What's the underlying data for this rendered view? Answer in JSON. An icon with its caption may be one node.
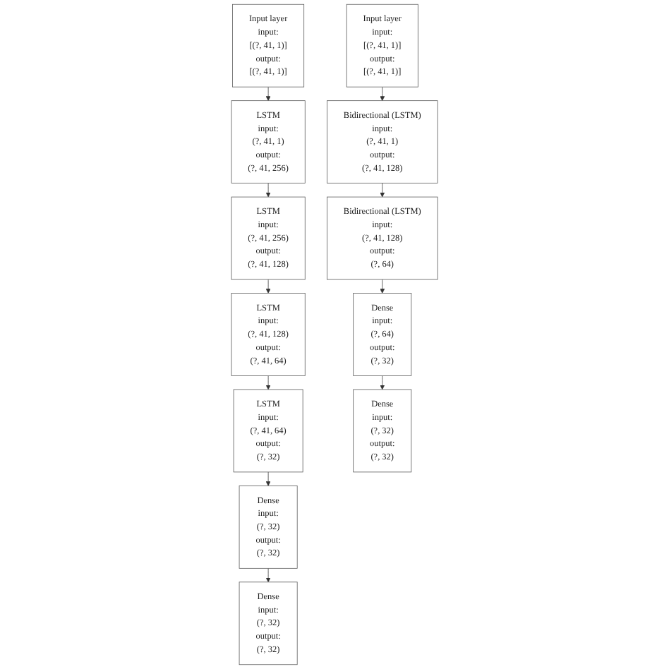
{
  "diagram": {
    "nodes": [
      {
        "text": [
          "Input layer",
          "input:",
          "[(?, 41, 1)]",
          "output:",
          "[(?, 41, 1)]"
        ]
      },
      {
        "text": [
          "LSTM",
          "input:",
          "(?, 41, 1)",
          "output:",
          "(?, 41, 256)"
        ]
      },
      {
        "text": [
          "LSTM",
          "input:",
          "(?, 41, 256)",
          "output:",
          "(?, 41, 128)"
        ]
      },
      {
        "text": [
          "LSTM",
          "input:",
          "(?, 41, 128)",
          "output:",
          "(?, 41, 64)"
        ]
      },
      {
        "text": [
          "LSTM",
          "input:",
          "(?, 41, 64)",
          "output:",
          "(?, 32)"
        ]
      },
      {
        "text": [
          "Dense",
          "input:",
          "(?, 32)",
          "output:",
          "(?, 32)"
        ]
      },
      {
        "text": [
          "Dense",
          "input:",
          "(?, 32)",
          "output:",
          "(?, 32)"
        ]
      },
      {
        "text": [
          "Input layer",
          "input:",
          "[(?, 41, 1)]",
          "output:",
          "[(?, 41, 1)]"
        ]
      },
      {
        "text": [
          "Bidirectional (LSTM)",
          "input:",
          "(?, 41, 1)",
          "output:",
          "(?, 41, 128)"
        ]
      },
      {
        "text": [
          "Bidirectional (LSTM)",
          "input:",
          "(?, 41, 128)",
          "output:",
          "(?, 64)"
        ]
      },
      {
        "text": [
          "Dense",
          "input:",
          "(?, 64)",
          "output:",
          "(?, 32)"
        ]
      },
      {
        "text": [
          "Dense",
          "input:",
          "(?, 32)",
          "output:",
          "(?, 32)"
        ]
      }
    ],
    "edges": [
      {
        "from": 0,
        "to": 1,
        "arrow": "to"
      },
      {
        "from": 1,
        "to": 2,
        "arrow": "to"
      },
      {
        "from": 2,
        "to": 3,
        "arrow": "to"
      },
      {
        "from": 3,
        "to": 4,
        "arrow": "to"
      },
      {
        "from": 4,
        "to": 5,
        "arrow": "to"
      },
      {
        "from": 5,
        "to": 6,
        "arrow": "to"
      },
      {
        "from": 7,
        "to": 8,
        "arrow": "to"
      },
      {
        "from": 8,
        "to": 9,
        "arrow": "to"
      },
      {
        "from": 9,
        "to": 10,
        "arrow": "to"
      },
      {
        "from": 10,
        "to": 11,
        "arrow": "to"
      }
    ]
  }
}
